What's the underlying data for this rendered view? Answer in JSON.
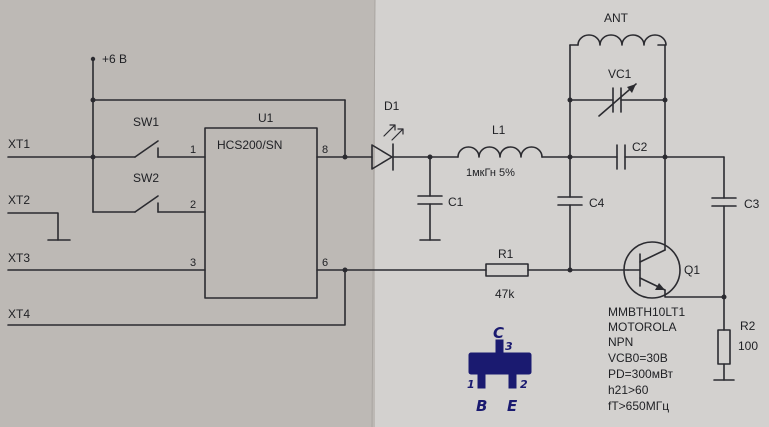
{
  "connectors": [
    "XT1",
    "XT2",
    "XT3",
    "XT4"
  ],
  "power": "+6 В",
  "switches": [
    "SW1",
    "SW2"
  ],
  "ic": {
    "ref": "U1",
    "part": "HCS200/SN",
    "pins": [
      "1",
      "2",
      "3",
      "8",
      "6"
    ]
  },
  "led": "D1",
  "inductor": {
    "ref": "L1",
    "value": "1мкГн 5%"
  },
  "capacitors": [
    "C1",
    "C2",
    "C3",
    "C4"
  ],
  "resistor1": {
    "ref": "R1",
    "value": "47k"
  },
  "resistor2": {
    "ref": "R2",
    "value": "100"
  },
  "antenna": "ANT",
  "varcap": "VC1",
  "transistor": {
    "ref": "Q1",
    "specs": [
      "MMBTH10LT1",
      "MOTOROLA",
      "NPN",
      "VCB0=30В",
      "PD=300мВт",
      "h21>60",
      "fT>650МГц"
    ]
  },
  "pinout": {
    "c": "C",
    "b": "B",
    "e": "E",
    "p1": "1",
    "p2": "2",
    "p3": "3"
  }
}
